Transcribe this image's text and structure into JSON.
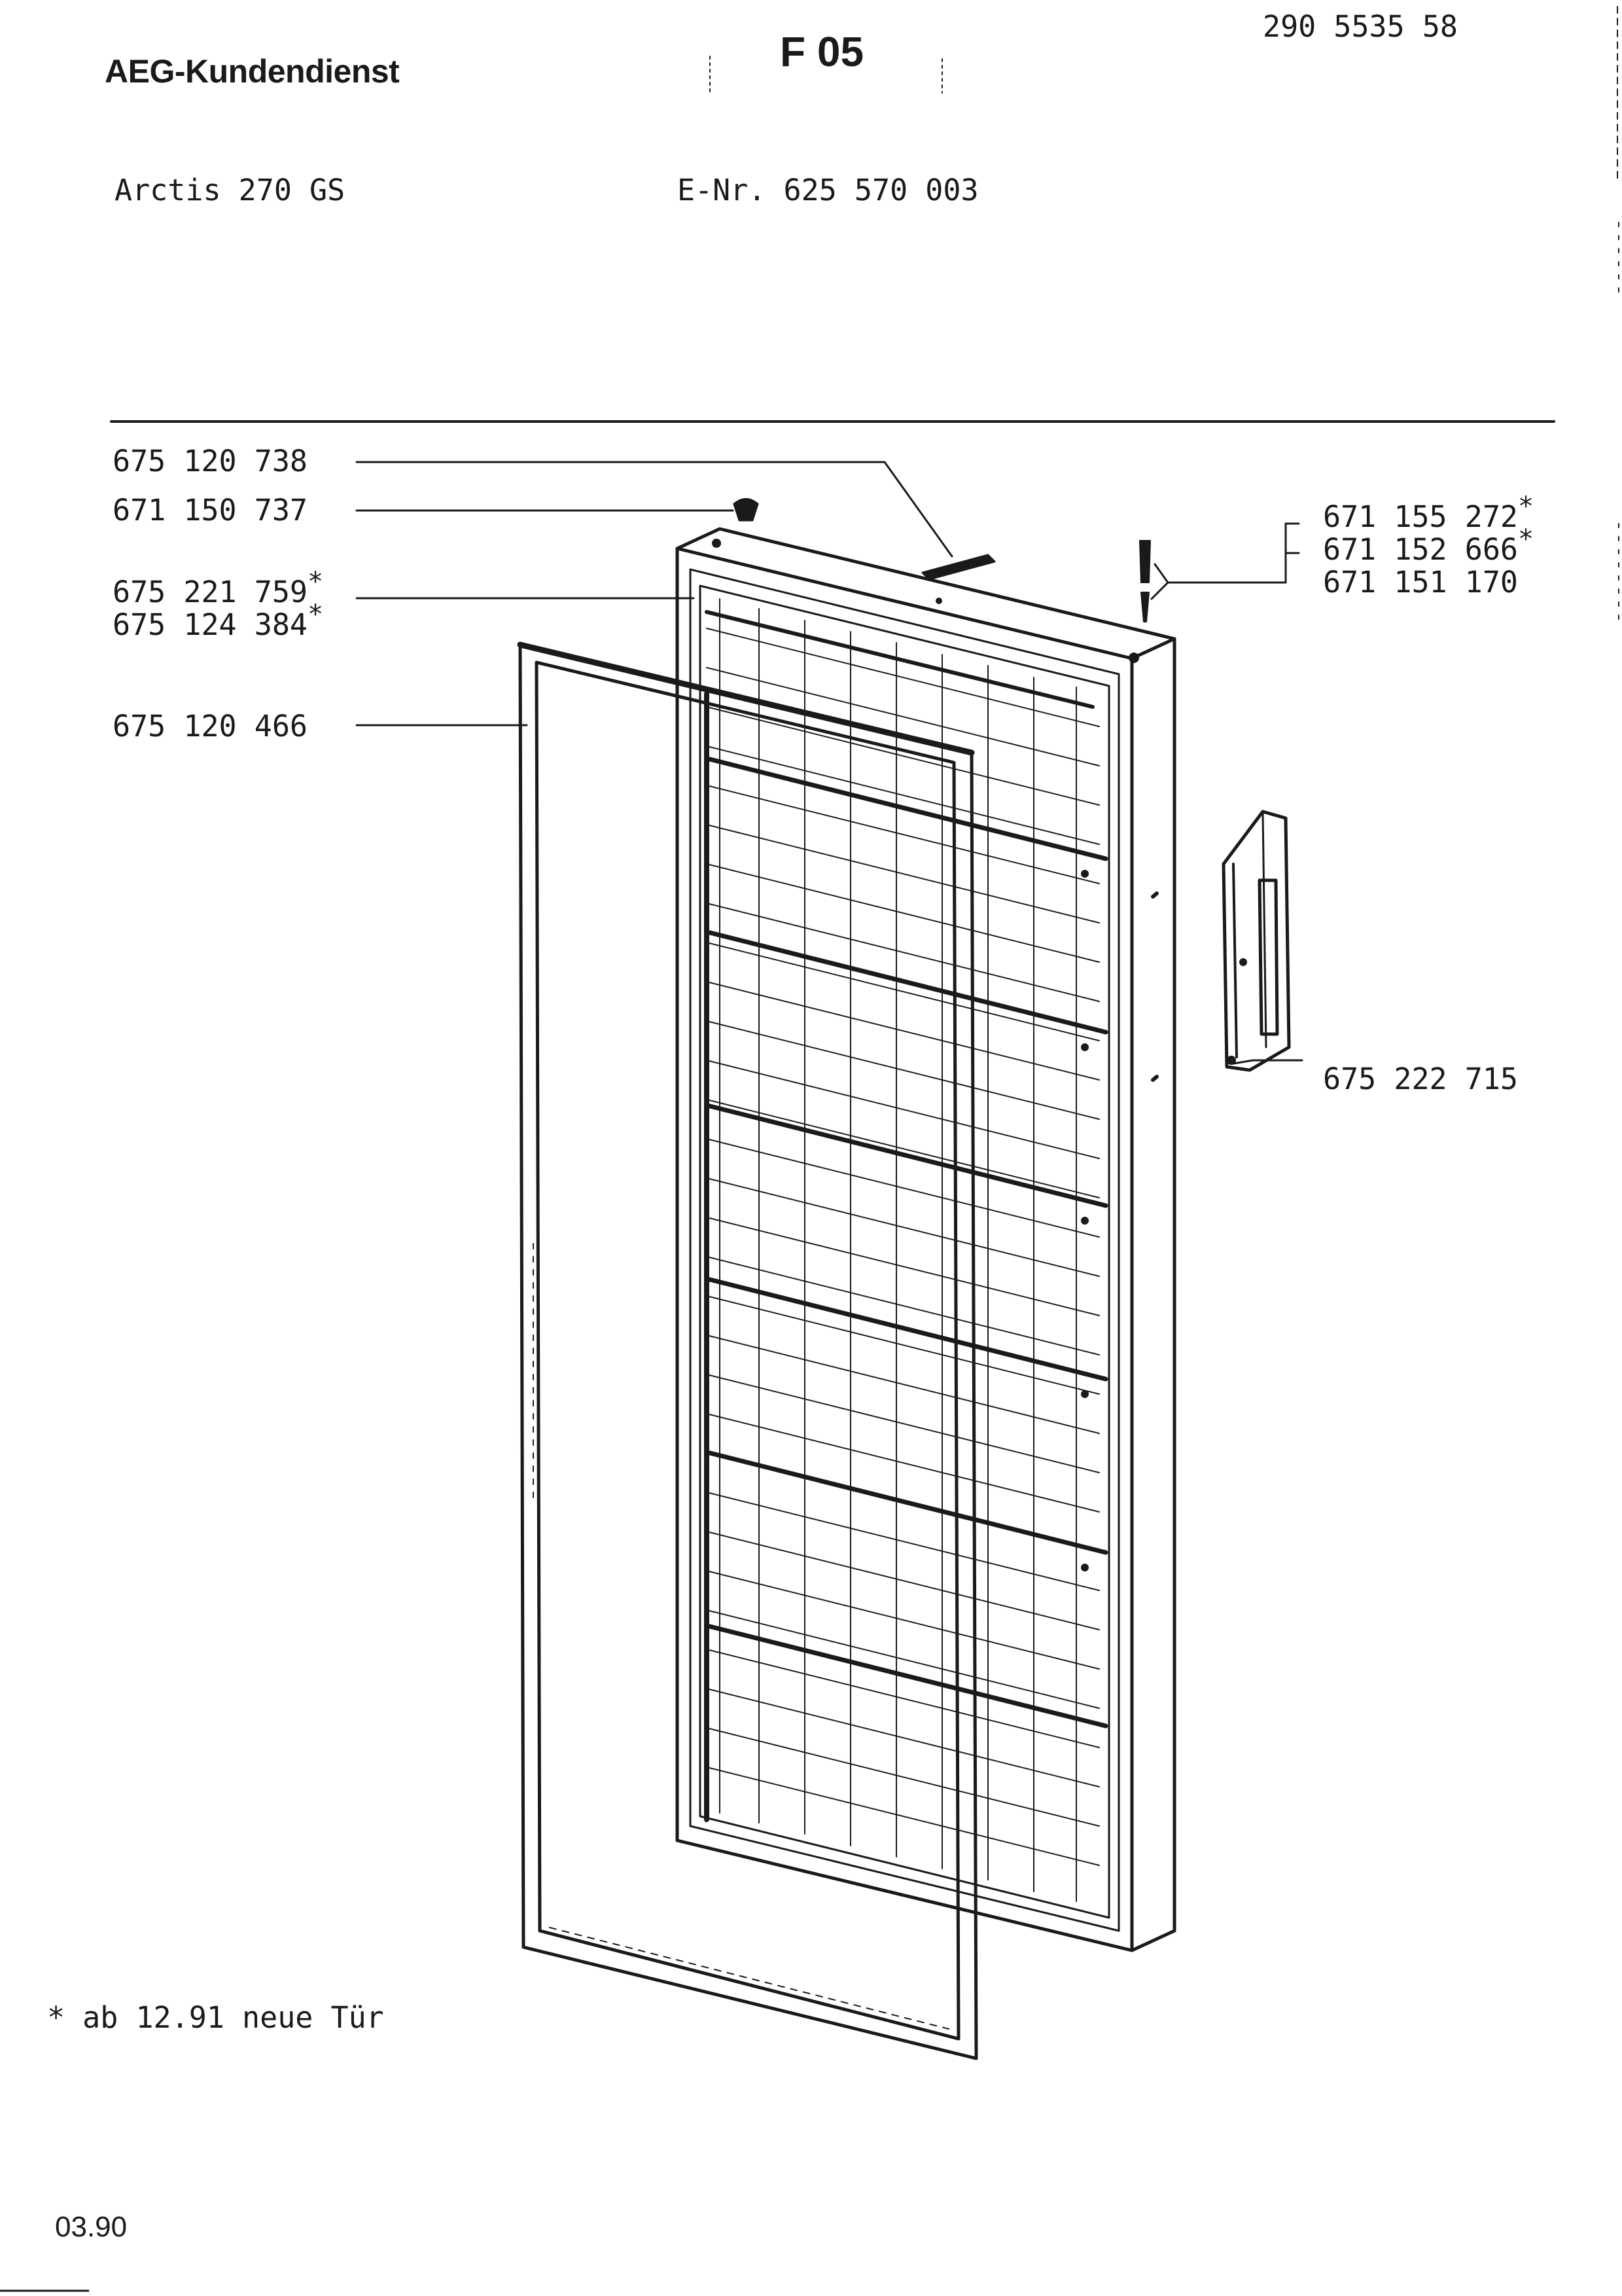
{
  "header": {
    "brand": "AEG-Kundendienst",
    "sheet_code": "F 05",
    "doc_number": "290 5535 58",
    "model": "Arctis 270 GS",
    "e_nr": "E-Nr. 625 570 003"
  },
  "parts": [
    {
      "number": "675 120 738",
      "starred": false
    },
    {
      "number": "671 150 737",
      "starred": false
    },
    {
      "number": "675 221 759",
      "starred": true
    },
    {
      "number": "675 124 384",
      "starred": true
    },
    {
      "number": "675 120 466",
      "starred": false
    },
    {
      "number": "671 155 272",
      "starred": true
    },
    {
      "number": "671 152 666",
      "starred": true
    },
    {
      "number": "671 151 170",
      "starred": false
    },
    {
      "number": "675 222 715",
      "starred": false
    }
  ],
  "footnote": "* ab 12.91 neue Tür",
  "date_code": "03.90",
  "star_symbol": "*"
}
